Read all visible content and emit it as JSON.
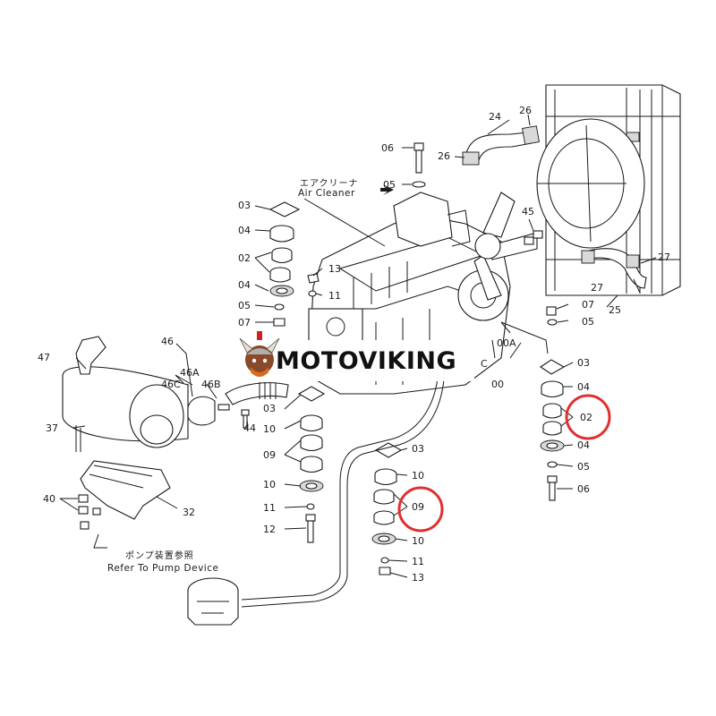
{
  "brand": {
    "name": "MOTOVIKING",
    "accent": "#e03030",
    "logo_icon": "viking-mascot-icon"
  },
  "annotations": {
    "air_cleaner_jp": "エアクリーナ",
    "air_cleaner_en": "Air Cleaner",
    "pump_device_jp": "ポンプ装置参照",
    "pump_device_en": "Refer To Pump Device"
  },
  "labels": {
    "l06a": "06",
    "l05a": "05",
    "l24": "24",
    "l26a": "26",
    "l26b": "26",
    "l45": "45",
    "l27a": "27",
    "l27b": "27",
    "l25": "25",
    "l07r": "07",
    "l05r": "05",
    "l00a": "00A",
    "l00": "00",
    "lc": "C",
    "l03l": "03",
    "l04l": "04",
    "l02l": "02",
    "l04l2": "04",
    "l05l": "05",
    "l07l": "07",
    "l13t": "13",
    "l11t": "11",
    "l47": "47",
    "l46": "46",
    "l46a": "46A",
    "l46c": "46C",
    "l46b": "46B",
    "l44": "44",
    "l37": "37",
    "l40": "40",
    "l32": "32",
    "l03c": "03",
    "l10c": "10",
    "l09c": "09",
    "l10c2": "10",
    "l11c": "11",
    "l12c": "12",
    "l03b": "03",
    "l10b": "10",
    "l09b": "09",
    "l10b2": "10",
    "l11b": "11",
    "l13b": "13",
    "l03r": "03",
    "l04r": "04",
    "l02r": "02",
    "l04r2": "04",
    "l05r2": "05",
    "l06r": "06"
  },
  "highlights": [
    {
      "label": "02",
      "color": "#e03030"
    },
    {
      "label": "09",
      "color": "#e03030"
    }
  ]
}
